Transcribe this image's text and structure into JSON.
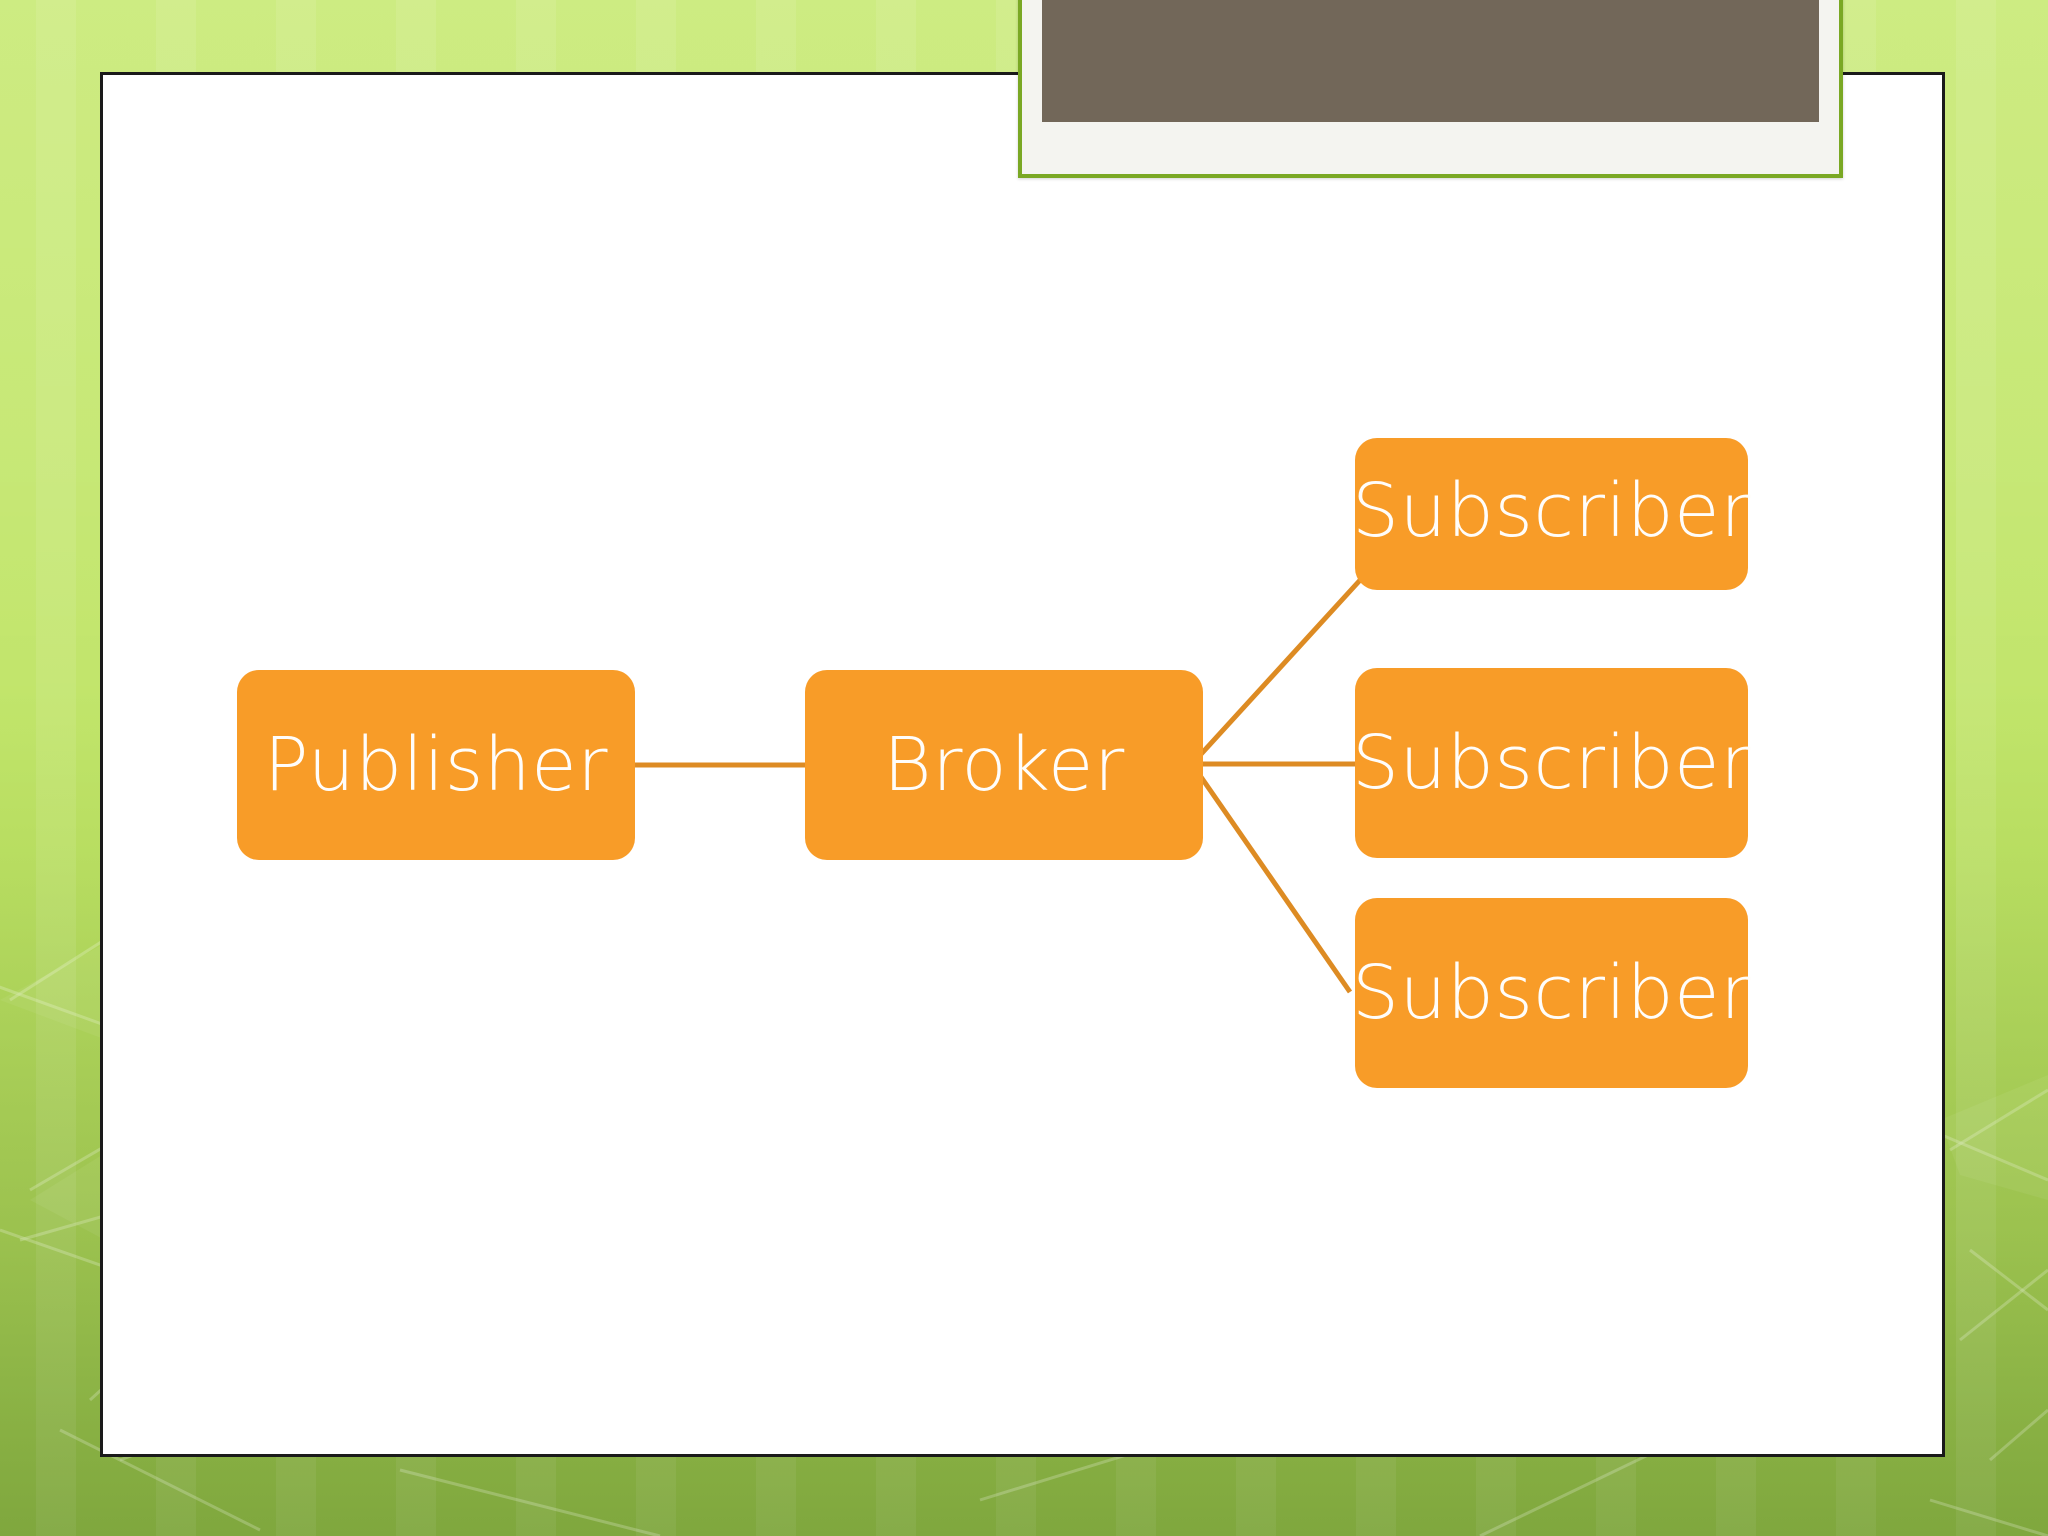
{
  "slide": {
    "background_color": "#bfe465",
    "accent_green": "#7aa824",
    "content_background": "#ffffff",
    "content_border_color": "#1a1a1a"
  },
  "image_placeholder": {
    "name": "picture-placeholder",
    "fill_color": "#726759",
    "frame_color": "#f4f4f0",
    "outline_color": "#7aa824"
  },
  "diagram": {
    "type": "node-link",
    "node_fill": "#f89c28",
    "node_text_color": "#ffffff",
    "connector_color": "#dd8b23",
    "nodes": [
      {
        "id": "publisher",
        "label": "Publisher"
      },
      {
        "id": "broker",
        "label": "Broker"
      },
      {
        "id": "subscriber-1",
        "label": "Subscriber"
      },
      {
        "id": "subscriber-2",
        "label": "Subscriber"
      },
      {
        "id": "subscriber-3",
        "label": "Subscriber"
      }
    ],
    "edges": [
      {
        "from": "publisher",
        "to": "broker"
      },
      {
        "from": "broker",
        "to": "subscriber-1"
      },
      {
        "from": "broker",
        "to": "subscriber-2"
      },
      {
        "from": "broker",
        "to": "subscriber-3"
      }
    ]
  }
}
